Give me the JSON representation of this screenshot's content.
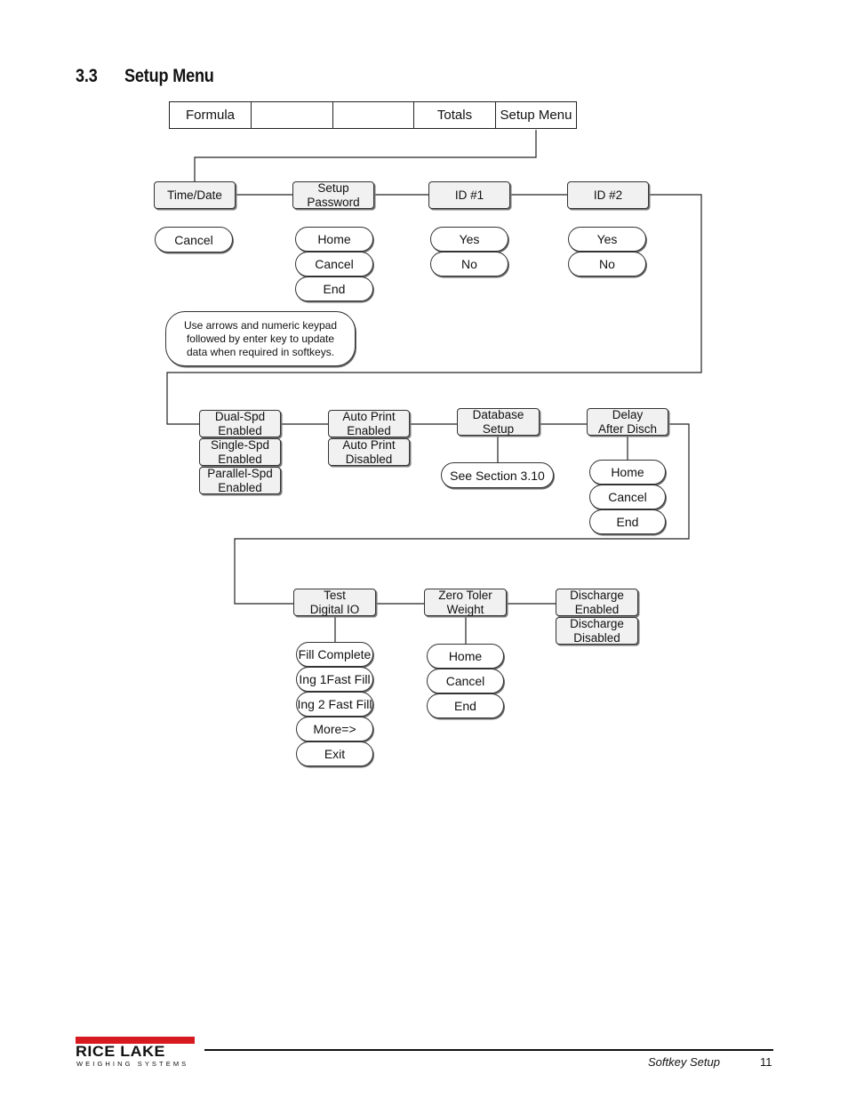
{
  "heading": {
    "number": "3.3",
    "title": "Setup Menu"
  },
  "softkey_bar": [
    "Formula",
    "",
    "",
    "Totals",
    "Setup Menu"
  ],
  "row1": {
    "time_date": {
      "label": "Time/Date",
      "options": [
        "Cancel"
      ]
    },
    "setup_password": {
      "label": "Setup\nPassword",
      "options": [
        "Home",
        "Cancel",
        "End"
      ]
    },
    "id1": {
      "label": "ID #1",
      "options": [
        "Yes",
        "No"
      ]
    },
    "id2": {
      "label": "ID #2",
      "options": [
        "Yes",
        "No"
      ]
    },
    "note": "Use arrows and numeric keypad\nfollowed by enter key to update\ndata when required in softkeys."
  },
  "row2": {
    "speed": [
      "Dual-Spd\nEnabled",
      "Single-Spd\nEnabled",
      "Parallel-Spd\nEnabled"
    ],
    "auto_print": [
      "Auto Print\nEnabled",
      "Auto Print\nDisabled"
    ],
    "database": {
      "label": "Database\nSetup",
      "options": [
        "See Section 3.10"
      ]
    },
    "delay": {
      "label": "Delay\nAfter Disch",
      "options": [
        "Home",
        "Cancel",
        "End"
      ]
    }
  },
  "row3": {
    "test_io": {
      "label": "Test\nDigital IO",
      "options": [
        "Fill Complete",
        "Ing 1Fast Fill",
        "Ing 2 Fast Fill",
        "More=>",
        "Exit"
      ]
    },
    "zero_toler": {
      "label": "Zero Toler\nWeight",
      "options": [
        "Home",
        "Cancel",
        "End"
      ]
    },
    "discharge": [
      "Discharge\nEnabled",
      "Discharge\nDisabled"
    ]
  },
  "footer": {
    "logo_name": "RICE LAKE",
    "logo_sub": "WEIGHING SYSTEMS",
    "section": "Softkey Setup",
    "page": "11"
  }
}
